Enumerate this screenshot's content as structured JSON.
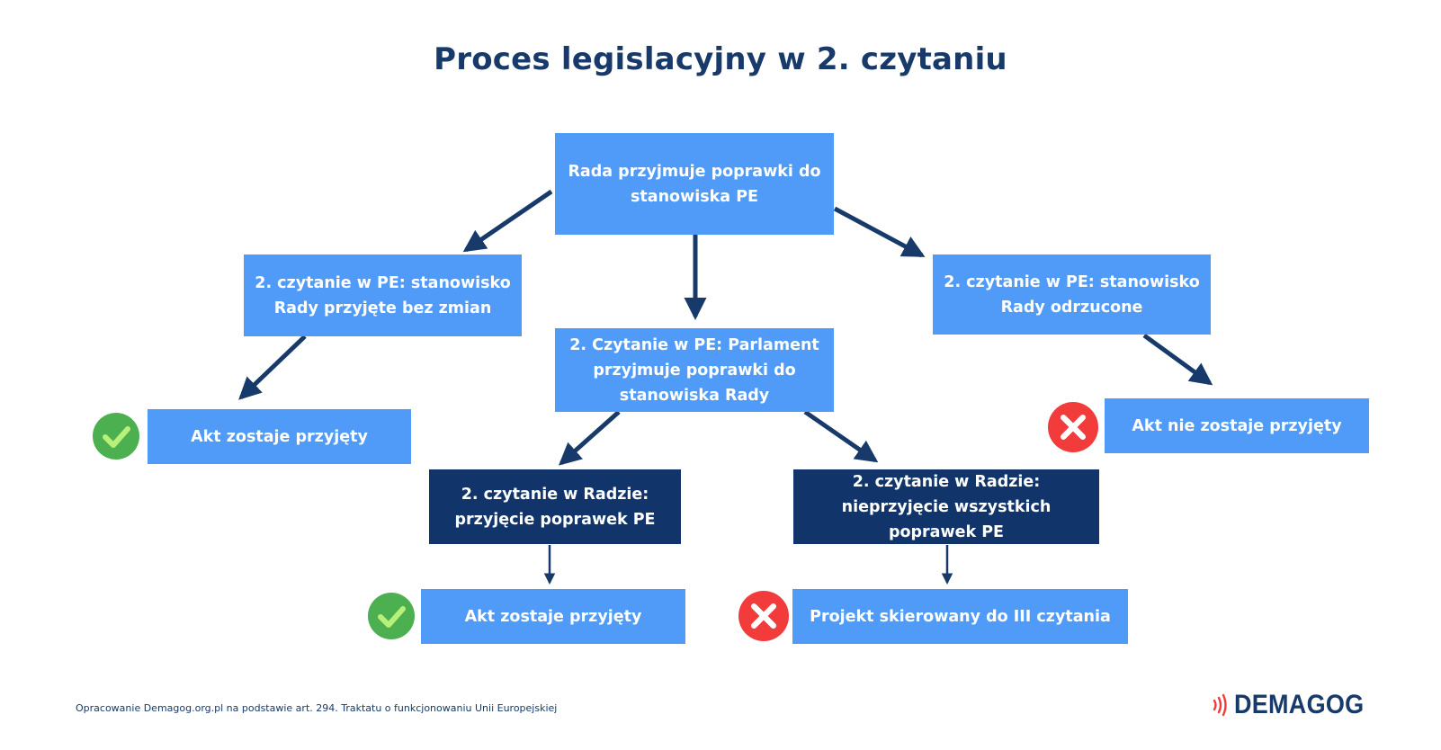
{
  "title": "Proces legislacyjny w 2. czytaniu",
  "nodes": {
    "rada_poprawki": "Rada przyjmuje poprawki do stanowiska PE",
    "pe_bez_zmian": "2. czytanie w PE: stanowisko Rady przyjęte bez zmian",
    "pe_parlament_poprawki": "2. Czytanie w PE: Parlament przyjmuje poprawki do stanowiska Rady",
    "pe_odrzucone": "2. czytanie w PE: stanowisko Rady odrzucone",
    "akt_przyjety_1": "Akt zostaje przyjęty",
    "akt_nie_przyjety": "Akt nie zostaje przyjęty",
    "rada_przyjecie": "2. czytanie w Radzie: przyjęcie poprawek PE",
    "rada_nieprzyjecie": "2. czytanie w Radzie: nieprzyjęcie wszystkich poprawek PE",
    "akt_przyjety_2": "Akt zostaje przyjęty",
    "projekt_iii": "Projekt skierowany do III czytania"
  },
  "icons": {
    "success": "check-circle-icon",
    "failure": "x-circle-icon"
  },
  "colors": {
    "light_box": "#519bf8",
    "dark_box": "#11356a",
    "arrow": "#173a6b",
    "success": "#4caf50",
    "failure": "#f23b3b"
  },
  "footer": {
    "source": "Opracowanie Demagog.org.pl na podstawie art. 294. Traktatu o funkcjonowaniu Unii Europejskiej",
    "logo": "DEMAGOG"
  }
}
